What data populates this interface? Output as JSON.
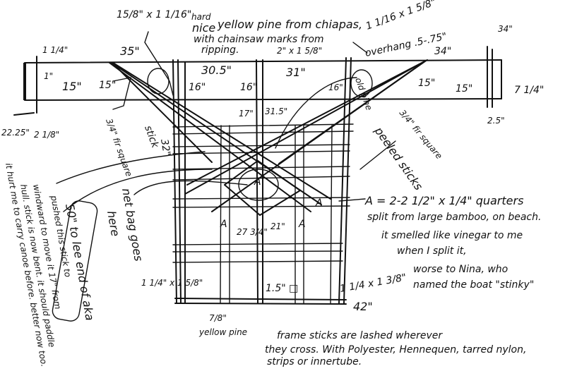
{
  "title_note": {
    "line1_prefix": "nice",
    "line1_insert": "hard",
    "line1": "yellow pine from chiapas,",
    "line2": "with chainsaw marks from",
    "line3": "ripping."
  },
  "dimensions": {
    "top_left_stick": "15/8\" x 1 1/16\"",
    "crossbar_left_thickness": "1 1/4\"",
    "left_end_gap": "1\"",
    "left_end_width": "2 1/8\"",
    "left_end_offset": "22.25\"",
    "left_depth_a": "15\"",
    "left_depth_b": "15\"",
    "diag_start": "35\"",
    "span_a": "30.5\"",
    "span_b": "31\"",
    "post_a_height": "16\"",
    "post_b_height": "16\"",
    "post_c_height": "16\"",
    "center_stick": "2\" x 1 5/8\"",
    "right_post": "1 1/16 x 1 5/8\"",
    "overhang": "overhang .5-.75\"",
    "right_diag_start": "34\"",
    "right_depth_a": "15\"",
    "right_depth_b": "15\"",
    "right_end_offset": "34\"",
    "right_end_width": "7 1/4\"",
    "right_end_gap": "2.5\"",
    "drop_a": "17\"",
    "drop_b": "31.5\"",
    "frame_side": "32\"",
    "diamond_bottom_left": "27 3/4\"",
    "diamond_bottom_right": "21\"",
    "bottom_left_stick": "1 1/4\" x 1 5/8\"",
    "bottom_stick": "7/8\"",
    "bottom_stick_material": "yellow pine",
    "bottom_post": "1.5\" □",
    "right_frame_stick": "1 1/4 x 1 3/8\"",
    "bottom_right": "42\""
  },
  "labels": {
    "stick": "stick",
    "fir_left": "3/4\" fir square",
    "fir_right": "3/4\" fir square",
    "peeled": "peeled sticks",
    "net_bag_1": "net bag goes",
    "net_bag_2": "here",
    "pushed_box": "50\" to lee end of aka",
    "pushed_1": "pushed this stick to",
    "pushed_2": "windward to move it 17\" from",
    "pushed_3": "hull. stick is now bent.  it should paddle",
    "pushed_4": "it hurt me to carry canoe before. better now too.",
    "old_pine": "old pine",
    "a_marker": "A"
  },
  "bamboo_note": {
    "line1": "A = 2-2 1/2\" x 1/4\" quarters",
    "line2": "split from large bamboo, on beach.",
    "line3": "it smelled like vinegar to me",
    "line4": "when I split it,",
    "line5": "worse to Nina, who",
    "line6": "named the boat \"stinky\""
  },
  "lashing_note": {
    "line1": "frame sticks are lashed wherever",
    "line2": "they cross. With Polyester, Hennequen, tarred nylon,",
    "line3": "strips or innertube."
  }
}
